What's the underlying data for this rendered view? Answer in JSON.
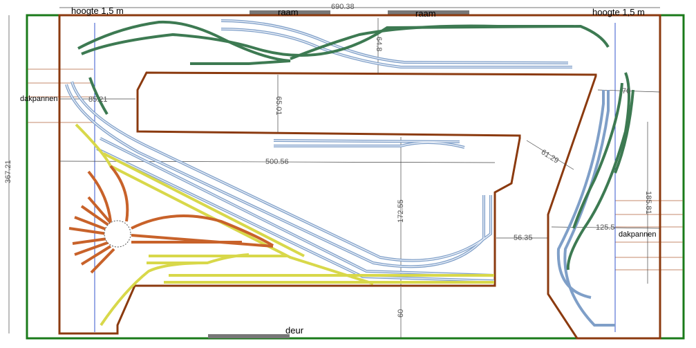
{
  "labels": {
    "height_left": "hoogte 1,5 m",
    "height_right": "hoogte 1,5 m",
    "window_1": "raam",
    "window_2": "raam",
    "door": "deur",
    "roof_left": "dakpannen",
    "roof_right": "dakpannen"
  },
  "dimensions": {
    "total_width": "690.38",
    "total_height": "367.21",
    "top_gap": "64.8",
    "inner_gap": "65.01",
    "left_span": "85.21",
    "center_span": "500.56",
    "diag": "61.29",
    "right_top": "70",
    "center_height": "172.55",
    "bottom_height": "60",
    "mid_gap": "56.35",
    "right_width": "125.5",
    "right_height": "185.81"
  },
  "colors": {
    "outer_wall": "#1a7a1a",
    "baseboard": "#8b3a0f",
    "track_blue": "#7f9fc8",
    "track_green": "#3d7a52",
    "track_yellow": "#d8d84a",
    "track_orange": "#c8622a",
    "guide_line": "#3355cc",
    "window": "#777777"
  }
}
